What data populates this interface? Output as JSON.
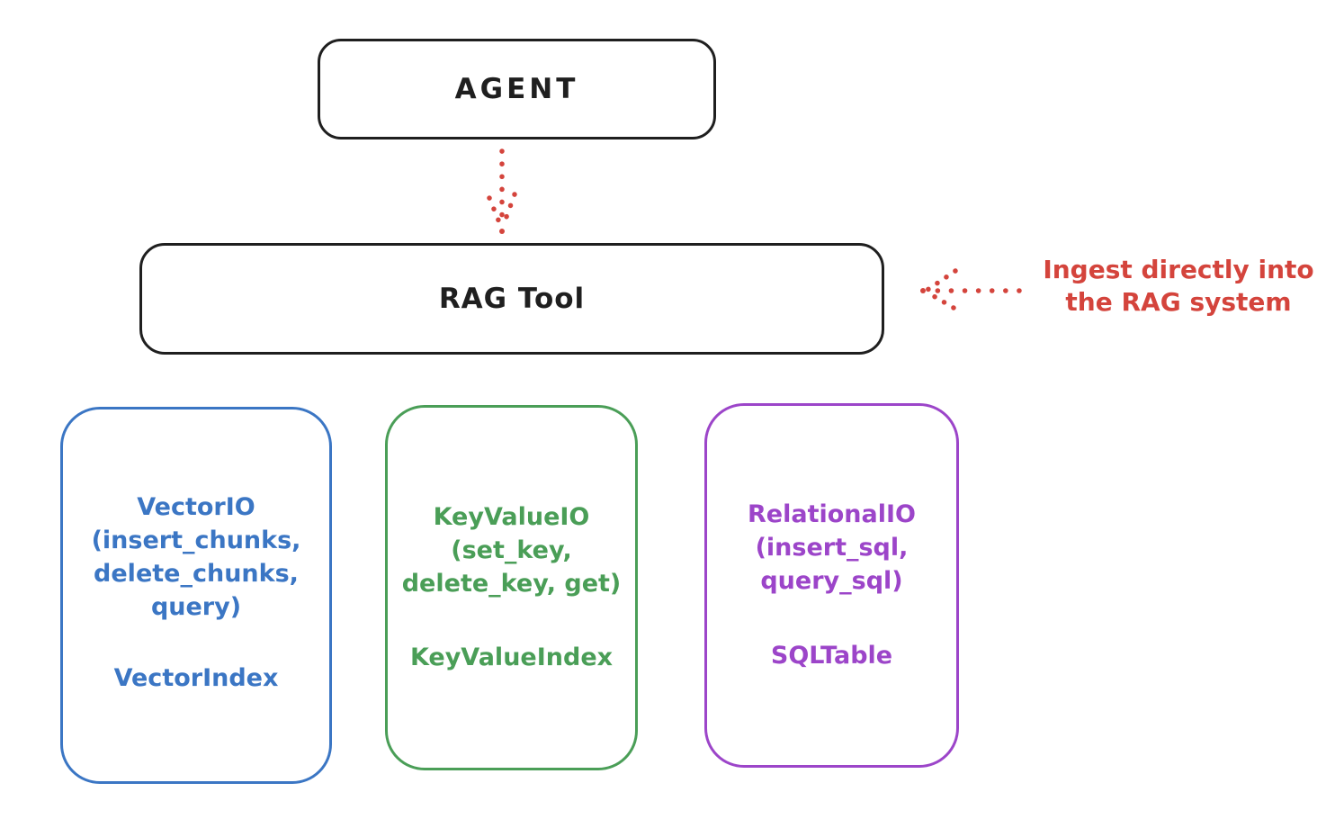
{
  "canvas": {
    "background": "#ffffff"
  },
  "nodes": {
    "agent": {
      "label": "AGENT",
      "stroke": "#1f1f1f"
    },
    "rag_tool": {
      "label": "RAG Tool",
      "stroke": "#1f1f1f"
    },
    "vector_io": {
      "lines": [
        "VectorIO",
        "(insert_chunks,",
        "delete_chunks,",
        "query)"
      ],
      "index_label": "VectorIndex",
      "stroke": "#3b76c4"
    },
    "keyvalue_io": {
      "lines": [
        "KeyValueIO",
        "(set_key,",
        "delete_key, get)"
      ],
      "index_label": "KeyValueIndex",
      "stroke": "#4a9e57"
    },
    "relational_io": {
      "lines": [
        "RelationalIO",
        "(insert_sql,",
        "query_sql)"
      ],
      "index_label": "SQLTable",
      "stroke": "#9c45c9"
    }
  },
  "annotation": {
    "line1": "Ingest directly into",
    "line2": "the RAG system",
    "color": "#d4443c"
  },
  "arrows": {
    "agent_to_rag": {
      "style": "dotted",
      "direction": "down",
      "color": "#d4443c"
    },
    "annotation_to_rag": {
      "style": "dotted",
      "direction": "left",
      "color": "#d4443c"
    }
  }
}
